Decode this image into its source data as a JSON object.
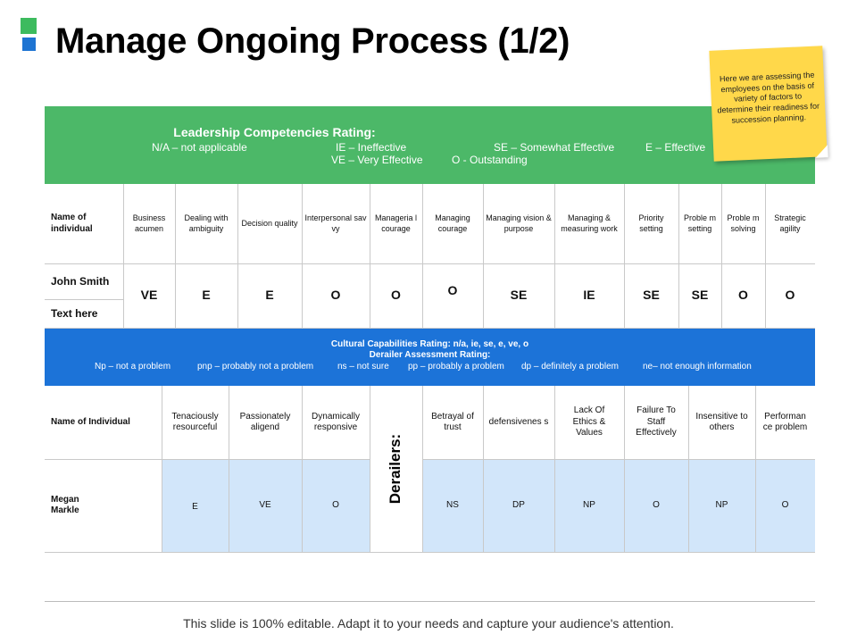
{
  "title": "Manage Ongoing Process (1/2)",
  "note": "Here we are assessing the employees on the basis of variety of factors to determine their readiness for succession planning.",
  "leadership": {
    "heading": "Leadership Competencies Rating:",
    "legend": [
      "N/A – not applicable",
      "IE – Ineffective",
      "SE – Somewhat Effective",
      "E – Effective",
      "VE – Very Effective",
      "O -  Outstanding"
    ]
  },
  "table1": {
    "name_header": "Name of individual",
    "columns": [
      "Business acumen",
      "Dealing with ambiguity",
      "Decision quality",
      "Interpersonal sav vy",
      "Manageria l courage",
      "Managing courage",
      "Managing vision & purpose",
      "Managing & measuring work",
      "Priority setting",
      "Proble m setting",
      "Proble m solving",
      "Strategic agility"
    ],
    "names": [
      "John Smith",
      "Text here"
    ],
    "ratings": [
      "VE",
      "E",
      "E",
      "O",
      "O",
      "O",
      "SE",
      "IE",
      "SE",
      "SE",
      "O",
      "O"
    ]
  },
  "cultural": {
    "line1": "Cultural Capabilities Rating: n/a, ie, se, e, ve, o",
    "line2": "Derailer Assessment Rating:",
    "legend": [
      "Np – not a problem",
      "pnp – probably not a problem",
      "ns – not sure",
      "pp – probably a problem",
      "dp – definitely a problem",
      "ne– not enough information"
    ]
  },
  "table2": {
    "name_header": "Name of Individual",
    "columns": [
      "Tenaciously resourceful",
      "Passionately aligend",
      "Dynamically responsive"
    ],
    "derailers_label": "Derailers:",
    "derailer_columns": [
      "Betrayal of trust",
      "defensivenes s",
      "Lack Of Ethics & Values",
      "Failure To Staff Effectively",
      "Insensitive to others",
      "Performan ce problem"
    ],
    "person": "Megan Markle",
    "values": [
      "E",
      "VE",
      "O"
    ],
    "derailer_values": [
      "NS",
      "DP",
      "NP",
      "O",
      "NP",
      "O"
    ]
  },
  "footer": "This slide is 100% editable. Adapt it to your needs and capture your audience's attention."
}
